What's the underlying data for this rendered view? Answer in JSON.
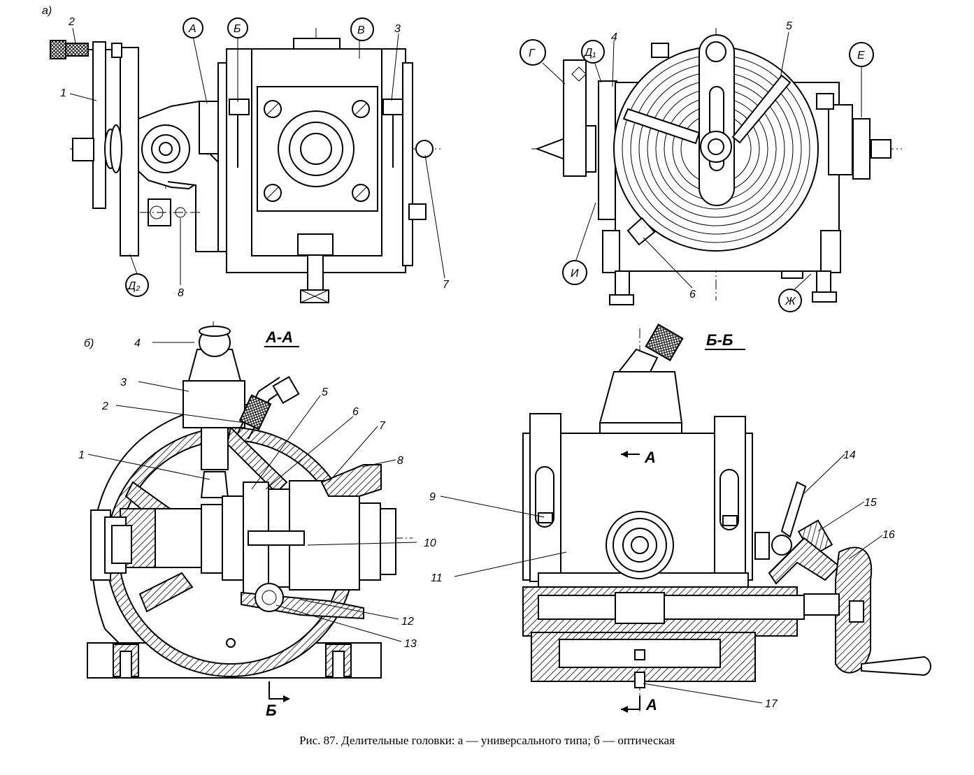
{
  "figure": {
    "part_a_label": "а)",
    "part_b_label": "б)",
    "section_aa": "А-А",
    "section_bb": "Б-Б",
    "caption": "Рис. 87. Делительные головки: а — универсального типа; б — оптическая"
  },
  "view_a_left_labels": {
    "n1": "1",
    "n2": "2",
    "n3": "3",
    "n7": "7",
    "n8": "8",
    "A": "А",
    "B": "Б",
    "V": "В",
    "D2": "Д₂"
  },
  "view_a_right_labels": {
    "n4": "4",
    "n5": "5",
    "n6": "6",
    "G": "Г",
    "D1": "Д₁",
    "E": "Е",
    "I": "И",
    "Zh": "Ж"
  },
  "section_aa_labels": {
    "n1": "1",
    "n2": "2",
    "n3": "3",
    "n4": "4",
    "n5": "5",
    "n6": "6",
    "n7": "7",
    "n8": "8",
    "n10": "10",
    "n12": "12",
    "n13": "13",
    "cut_mark_B": "Б"
  },
  "section_bb_labels": {
    "n9": "9",
    "n11": "11",
    "n14": "14",
    "n15": "15",
    "n16": "16",
    "n17": "17",
    "cut_mark_A_top": "А",
    "cut_mark_A_bottom": "А"
  }
}
